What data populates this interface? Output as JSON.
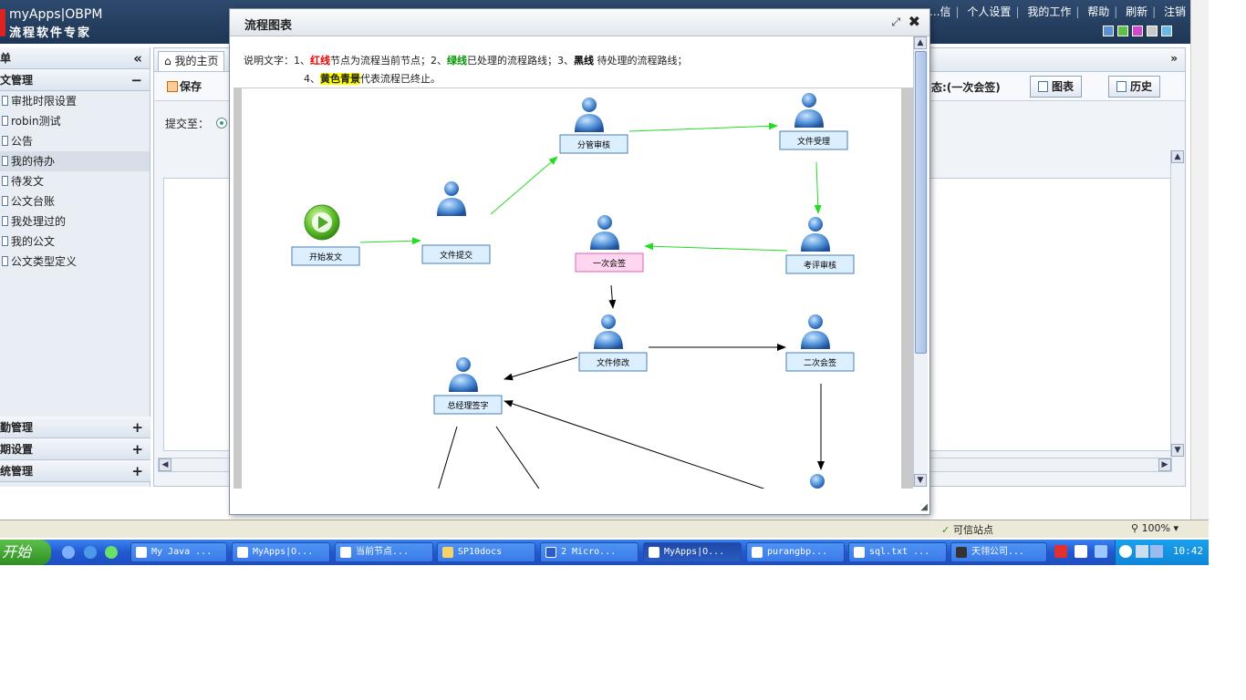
{
  "header": {
    "logo_line1": "myApps|OBPM",
    "logo_line2": "流程软件专家",
    "nav": [
      "...信",
      "个人设置",
      "我的工作",
      "帮助",
      "刷新",
      "注销"
    ],
    "swatch_colors": [
      "#5b8fd6",
      "#5fbf4a",
      "#d04ad0",
      "#c8c8c8",
      "#6ab8e8"
    ]
  },
  "sidebar": {
    "menu_title": "单",
    "collapse_icon": "«",
    "section_title": "文管理",
    "section_ctl": "−",
    "items": [
      {
        "label": "审批时限设置"
      },
      {
        "label": "robin测试"
      },
      {
        "label": "公告"
      },
      {
        "label": "我的待办"
      },
      {
        "label": "待发文"
      },
      {
        "label": "公文台账"
      },
      {
        "label": "我处理过的"
      },
      {
        "label": "我的公文"
      },
      {
        "label": "公文类型定义"
      }
    ],
    "bottom_sections": [
      {
        "label": "勤管理",
        "ctl": "+"
      },
      {
        "label": "期设置",
        "ctl": "+"
      },
      {
        "label": "统管理",
        "ctl": "+"
      }
    ]
  },
  "main": {
    "home_tab": "我的主页",
    "tab_menu_icon": "»",
    "save_label": "保存",
    "state_label": "态:(一次会签)",
    "chart_button": "图表",
    "history_button": "历史",
    "submit_label": "提交至："
  },
  "modal": {
    "title": "流程图表",
    "expand_icon": "⤢",
    "close_icon": "✖",
    "legend": {
      "prefix": "说明文字：",
      "n1": "1、",
      "red": "红线",
      "t1": "节点为流程当前节点；",
      "n2": "2、",
      "green": "绿线",
      "t2": "已处理的流程路线；",
      "n3": "3、",
      "black": "黑线",
      "t3": " 待处理的流程路线；",
      "n4": "4、",
      "yellow": "黄色青景",
      "t4": "代表流程已终止。"
    },
    "nodes": {
      "start": "开始发文",
      "submit": "文件提交",
      "branch_review": "分管审核",
      "accept": "文件受理",
      "appraise": "考评审核",
      "first_sign": "一次会签",
      "modify": "文件修改",
      "second_sign": "二次会签",
      "gm_sign": "总经理签字"
    },
    "colors": {
      "done": "#22dd22",
      "pending": "#000000",
      "current_fill": "#ffd6f0",
      "current_border": "#e060b0",
      "node_fill": "#dcefff",
      "node_border": "#4a7fb8"
    }
  },
  "statusbar": {
    "trusted": "可信站点",
    "zoom": "100%"
  },
  "taskbar": {
    "start": "开始",
    "tasks": [
      {
        "label": "My Java ...",
        "active": false
      },
      {
        "label": "MyApps|O...",
        "active": false
      },
      {
        "label": "当前节点...",
        "active": false
      },
      {
        "label": "SP10docs",
        "active": false
      },
      {
        "label": "2 Micro...",
        "active": false
      },
      {
        "label": "MyApps|O...",
        "active": true
      },
      {
        "label": "purangbp...",
        "active": false
      },
      {
        "label": "sql.txt ...",
        "active": false
      },
      {
        "label": "天翎公司...",
        "active": false
      }
    ],
    "clock": "10:42"
  }
}
